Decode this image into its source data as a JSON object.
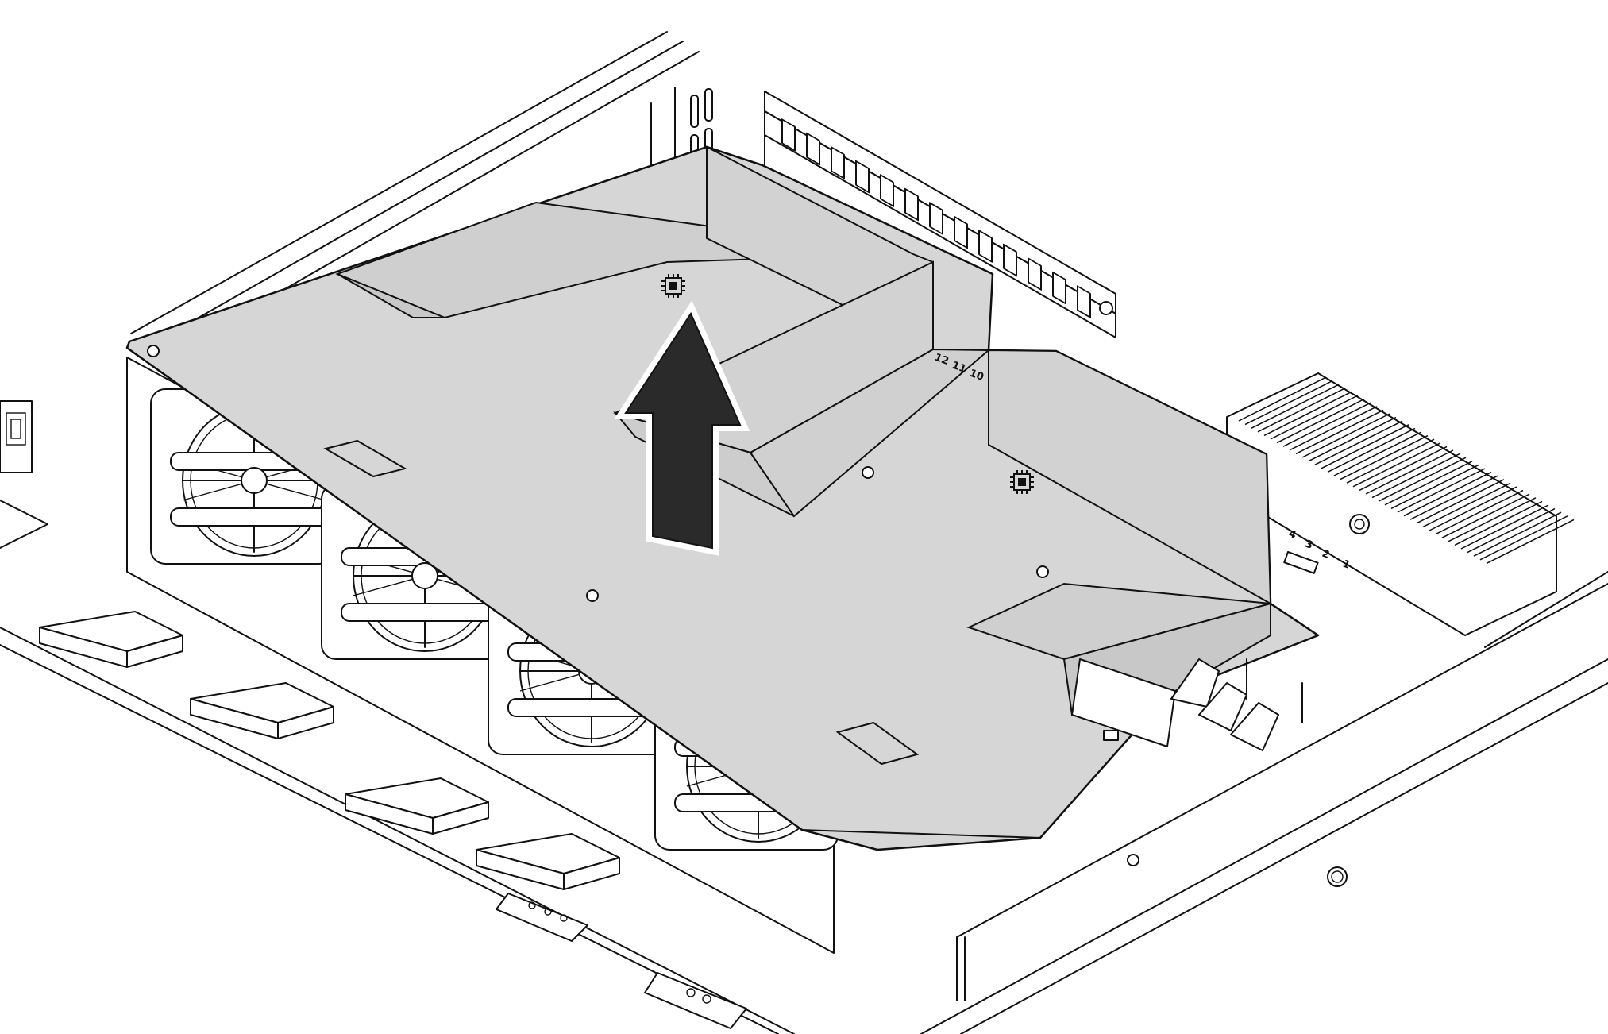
{
  "diagram": {
    "colors": {
      "air_baffle": "#d6d6d6",
      "arrow": "#2a2a2a",
      "line": "#111111",
      "background": "#ffffff"
    },
    "arrow_direction": "up",
    "dimm_slot_labels": [
      "12",
      "11",
      "10"
    ],
    "connector_labels": [
      "4",
      "3",
      "2",
      "1"
    ],
    "baffle_icons": [
      "processor-icon",
      "processor-icon"
    ]
  }
}
